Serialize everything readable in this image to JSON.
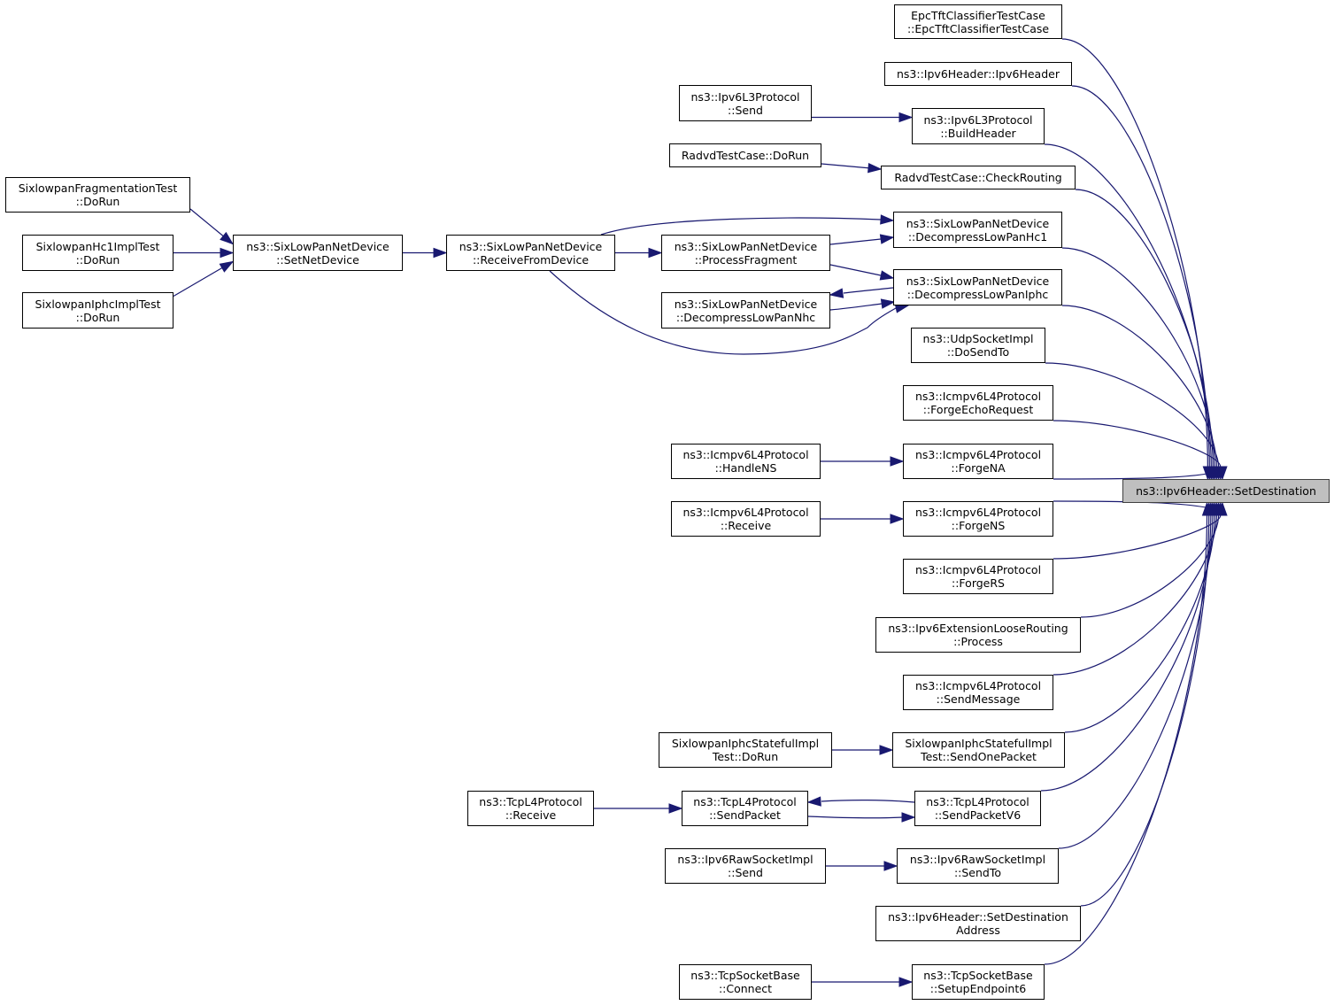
{
  "graph": {
    "edge_color": "#191970",
    "focus_fill": "#bfbfbf",
    "nodes": [
      {
        "id": "setdest",
        "lines": [
          "ns3::Ipv6Header::SetDestination"
        ],
        "focus": true
      },
      {
        "id": "epc",
        "lines": [
          "EpcTftClassifierTestCase",
          "::EpcTftClassifierTestCase"
        ]
      },
      {
        "id": "ipv6hdr",
        "lines": [
          "ns3::Ipv6Header::Ipv6Header"
        ]
      },
      {
        "id": "l3send",
        "lines": [
          "ns3::Ipv6L3Protocol",
          "::Send"
        ]
      },
      {
        "id": "buildhdr",
        "lines": [
          "ns3::Ipv6L3Protocol",
          "::BuildHeader"
        ]
      },
      {
        "id": "radvdrun",
        "lines": [
          "RadvdTestCase::DoRun"
        ]
      },
      {
        "id": "checkrouting",
        "lines": [
          "RadvdTestCase::CheckRouting"
        ]
      },
      {
        "id": "fragtest",
        "lines": [
          "SixlowpanFragmentationTest",
          "::DoRun"
        ]
      },
      {
        "id": "hc1test",
        "lines": [
          "SixlowpanHc1ImplTest",
          "::DoRun"
        ]
      },
      {
        "id": "iphctest",
        "lines": [
          "SixlowpanIphcImplTest",
          "::DoRun"
        ]
      },
      {
        "id": "setnetdev",
        "lines": [
          "ns3::SixLowPanNetDevice",
          "::SetNetDevice"
        ]
      },
      {
        "id": "recvfromdev",
        "lines": [
          "ns3::SixLowPanNetDevice",
          "::ReceiveFromDevice"
        ]
      },
      {
        "id": "procfrag",
        "lines": [
          "ns3::SixLowPanNetDevice",
          "::ProcessFragment"
        ]
      },
      {
        "id": "decnhc",
        "lines": [
          "ns3::SixLowPanNetDevice",
          "::DecompressLowPanNhc"
        ]
      },
      {
        "id": "dechc1",
        "lines": [
          "ns3::SixLowPanNetDevice",
          "::DecompressLowPanHc1"
        ]
      },
      {
        "id": "deciphc",
        "lines": [
          "ns3::SixLowPanNetDevice",
          "::DecompressLowPanIphc"
        ]
      },
      {
        "id": "udpsend",
        "lines": [
          "ns3::UdpSocketImpl",
          "::DoSendTo"
        ]
      },
      {
        "id": "forgeecho",
        "lines": [
          "ns3::Icmpv6L4Protocol",
          "::ForgeEchoRequest"
        ]
      },
      {
        "id": "handlens",
        "lines": [
          "ns3::Icmpv6L4Protocol",
          "::HandleNS"
        ]
      },
      {
        "id": "forgena",
        "lines": [
          "ns3::Icmpv6L4Protocol",
          "::ForgeNA"
        ]
      },
      {
        "id": "icmprecv",
        "lines": [
          "ns3::Icmpv6L4Protocol",
          "::Receive"
        ]
      },
      {
        "id": "forgens",
        "lines": [
          "ns3::Icmpv6L4Protocol",
          "::ForgeNS"
        ]
      },
      {
        "id": "forgers",
        "lines": [
          "ns3::Icmpv6L4Protocol",
          "::ForgeRS"
        ]
      },
      {
        "id": "looserouting",
        "lines": [
          "ns3::Ipv6ExtensionLooseRouting",
          "::Process"
        ]
      },
      {
        "id": "sendmsg",
        "lines": [
          "ns3::Icmpv6L4Protocol",
          "::SendMessage"
        ]
      },
      {
        "id": "statefulrun",
        "lines": [
          "SixlowpanIphcStatefulImpl",
          "Test::DoRun"
        ]
      },
      {
        "id": "sendone",
        "lines": [
          "SixlowpanIphcStatefulImpl",
          "Test::SendOnePacket"
        ]
      },
      {
        "id": "tcprecv",
        "lines": [
          "ns3::TcpL4Protocol",
          "::Receive"
        ]
      },
      {
        "id": "tcpsendpkt",
        "lines": [
          "ns3::TcpL4Protocol",
          "::SendPacket"
        ]
      },
      {
        "id": "tcpsendv6",
        "lines": [
          "ns3::TcpL4Protocol",
          "::SendPacketV6"
        ]
      },
      {
        "id": "rawsend",
        "lines": [
          "ns3::Ipv6RawSocketImpl",
          "::Send"
        ]
      },
      {
        "id": "rawsendto",
        "lines": [
          "ns3::Ipv6RawSocketImpl",
          "::SendTo"
        ]
      },
      {
        "id": "setdestaddr",
        "lines": [
          "ns3::Ipv6Header::SetDestination",
          "Address"
        ]
      },
      {
        "id": "connect",
        "lines": [
          "ns3::TcpSocketBase",
          "::Connect"
        ]
      },
      {
        "id": "setupep6",
        "lines": [
          "ns3::TcpSocketBase",
          "::SetupEndpoint6"
        ]
      }
    ],
    "edges": [
      {
        "from": "epc",
        "to": "setdest"
      },
      {
        "from": "ipv6hdr",
        "to": "setdest"
      },
      {
        "from": "buildhdr",
        "to": "setdest"
      },
      {
        "from": "checkrouting",
        "to": "setdest"
      },
      {
        "from": "dechc1",
        "to": "setdest"
      },
      {
        "from": "deciphc",
        "to": "setdest"
      },
      {
        "from": "udpsend",
        "to": "setdest"
      },
      {
        "from": "forgeecho",
        "to": "setdest"
      },
      {
        "from": "forgena",
        "to": "setdest"
      },
      {
        "from": "forgens",
        "to": "setdest"
      },
      {
        "from": "forgers",
        "to": "setdest"
      },
      {
        "from": "looserouting",
        "to": "setdest"
      },
      {
        "from": "sendmsg",
        "to": "setdest"
      },
      {
        "from": "sendone",
        "to": "setdest"
      },
      {
        "from": "tcpsendv6",
        "to": "setdest"
      },
      {
        "from": "rawsendto",
        "to": "setdest"
      },
      {
        "from": "setdestaddr",
        "to": "setdest"
      },
      {
        "from": "setupep6",
        "to": "setdest"
      },
      {
        "from": "l3send",
        "to": "buildhdr"
      },
      {
        "from": "radvdrun",
        "to": "checkrouting"
      },
      {
        "from": "fragtest",
        "to": "setnetdev"
      },
      {
        "from": "hc1test",
        "to": "setnetdev"
      },
      {
        "from": "iphctest",
        "to": "setnetdev"
      },
      {
        "from": "setnetdev",
        "to": "recvfromdev"
      },
      {
        "from": "recvfromdev",
        "to": "procfrag"
      },
      {
        "from": "recvfromdev",
        "to": "dechc1"
      },
      {
        "from": "recvfromdev",
        "to": "deciphc"
      },
      {
        "from": "procfrag",
        "to": "dechc1"
      },
      {
        "from": "procfrag",
        "to": "deciphc"
      },
      {
        "from": "deciphc",
        "to": "decnhc"
      },
      {
        "from": "decnhc",
        "to": "deciphc"
      },
      {
        "from": "handlens",
        "to": "forgena"
      },
      {
        "from": "icmprecv",
        "to": "forgens"
      },
      {
        "from": "statefulrun",
        "to": "sendone"
      },
      {
        "from": "tcprecv",
        "to": "tcpsendpkt"
      },
      {
        "from": "tcpsendpkt",
        "to": "tcpsendv6"
      },
      {
        "from": "tcpsendv6",
        "to": "tcpsendpkt"
      },
      {
        "from": "rawsend",
        "to": "rawsendto"
      },
      {
        "from": "connect",
        "to": "setupep6"
      }
    ]
  }
}
